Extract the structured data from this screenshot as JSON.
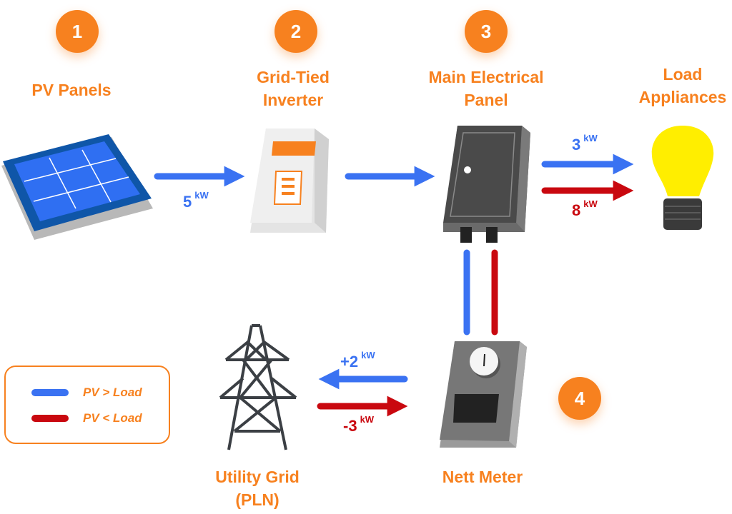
{
  "colors": {
    "accent": "#f7811f",
    "pv_gt_load": "#3a72f2",
    "pv_lt_load": "#c9080f"
  },
  "steps": [
    {
      "number": "1",
      "title_lines": [
        "PV Panels"
      ],
      "icon": "solar-panel-icon"
    },
    {
      "number": "2",
      "title_lines": [
        "Grid-Tied",
        "Inverter"
      ],
      "icon": "inverter-icon"
    },
    {
      "number": "3",
      "title_lines": [
        "Main Electrical",
        "Panel"
      ],
      "icon": "electrical-panel-icon"
    },
    {
      "number": "4",
      "title_lines": [
        "Nett Meter"
      ],
      "icon": "meter-icon"
    }
  ],
  "load": {
    "title_lines": [
      "Load",
      "Appliances"
    ],
    "icon": "light-bulb-icon"
  },
  "grid": {
    "title_lines": [
      "Utility Grid",
      "(PLN)"
    ],
    "icon": "power-tower-icon"
  },
  "flows": {
    "pv_to_inverter": {
      "value": "5",
      "unit": "kW"
    },
    "panel_to_load_pv_gt_load": {
      "value": "3",
      "unit": "kW"
    },
    "panel_to_load_pv_lt_load": {
      "value": "8",
      "unit": "kW"
    },
    "meter_to_grid_pv_gt_load": {
      "value": "+2",
      "unit": "kW"
    },
    "grid_to_meter_pv_lt_load": {
      "value": "-3",
      "unit": "kW"
    }
  },
  "legend": [
    {
      "label": "PV > Load",
      "color": "#3a72f2"
    },
    {
      "label": "PV < Load",
      "color": "#c9080f"
    }
  ]
}
